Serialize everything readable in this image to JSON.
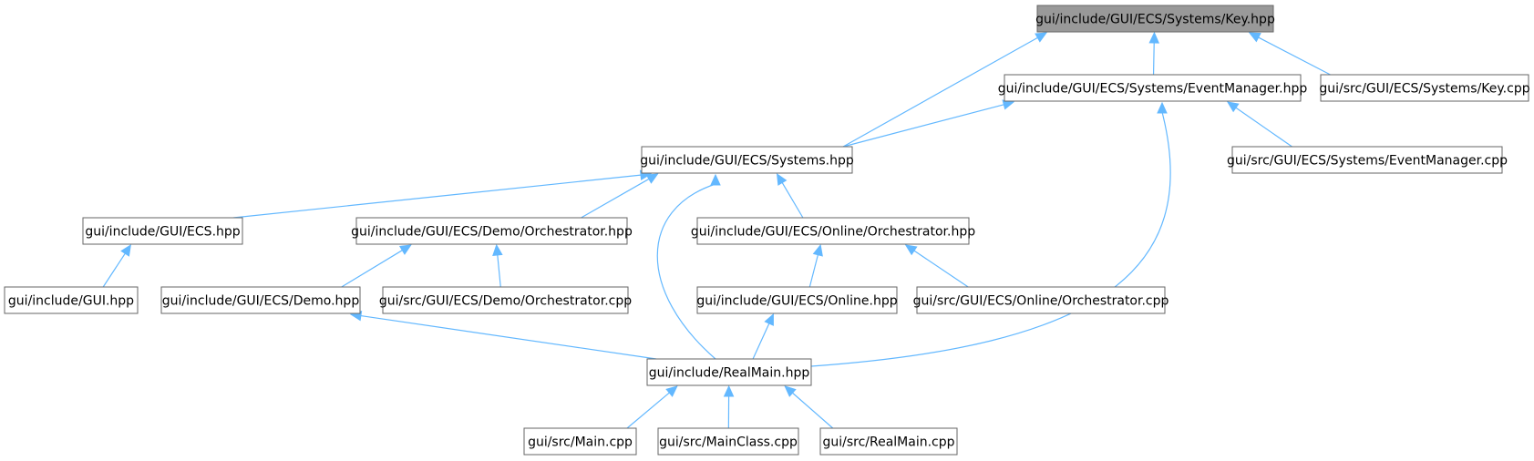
{
  "graph": {
    "nodes": [
      {
        "id": "key_hpp",
        "label": "gui/include/GUI/ECS/Systems/Key.hpp",
        "focus": true
      },
      {
        "id": "eventmanager_hpp",
        "label": "gui/include/GUI/ECS/Systems/EventManager.hpp"
      },
      {
        "id": "key_cpp",
        "label": "gui/src/GUI/ECS/Systems/Key.cpp"
      },
      {
        "id": "systems_hpp",
        "label": "gui/include/GUI/ECS/Systems.hpp"
      },
      {
        "id": "eventmanager_cpp",
        "label": "gui/src/GUI/ECS/Systems/EventManager.cpp"
      },
      {
        "id": "ecs_hpp",
        "label": "gui/include/GUI/ECS.hpp"
      },
      {
        "id": "demo_orch_hpp",
        "label": "gui/include/GUI/ECS/Demo/Orchestrator.hpp"
      },
      {
        "id": "online_orch_hpp",
        "label": "gui/include/GUI/ECS/Online/Orchestrator.hpp"
      },
      {
        "id": "gui_hpp",
        "label": "gui/include/GUI.hpp"
      },
      {
        "id": "demo_hpp",
        "label": "gui/include/GUI/ECS/Demo.hpp"
      },
      {
        "id": "demo_orch_cpp",
        "label": "gui/src/GUI/ECS/Demo/Orchestrator.cpp"
      },
      {
        "id": "online_hpp",
        "label": "gui/include/GUI/ECS/Online.hpp"
      },
      {
        "id": "online_orch_cpp",
        "label": "gui/src/GUI/ECS/Online/Orchestrator.cpp"
      },
      {
        "id": "realmain_hpp",
        "label": "gui/include/RealMain.hpp"
      },
      {
        "id": "main_cpp",
        "label": "gui/src/Main.cpp"
      },
      {
        "id": "mainclass_cpp",
        "label": "gui/src/MainClass.cpp"
      },
      {
        "id": "realmain_cpp",
        "label": "gui/src/RealMain.cpp"
      }
    ],
    "edges": [
      {
        "from": "eventmanager_hpp",
        "to": "key_hpp"
      },
      {
        "from": "key_cpp",
        "to": "key_hpp"
      },
      {
        "from": "systems_hpp",
        "to": "key_hpp"
      },
      {
        "from": "systems_hpp",
        "to": "eventmanager_hpp"
      },
      {
        "from": "eventmanager_cpp",
        "to": "eventmanager_hpp"
      },
      {
        "from": "realmain_hpp",
        "to": "eventmanager_hpp"
      },
      {
        "from": "ecs_hpp",
        "to": "systems_hpp"
      },
      {
        "from": "demo_orch_hpp",
        "to": "systems_hpp"
      },
      {
        "from": "online_orch_hpp",
        "to": "systems_hpp"
      },
      {
        "from": "realmain_hpp",
        "to": "systems_hpp"
      },
      {
        "from": "gui_hpp",
        "to": "ecs_hpp"
      },
      {
        "from": "demo_hpp",
        "to": "demo_orch_hpp"
      },
      {
        "from": "demo_orch_cpp",
        "to": "demo_orch_hpp"
      },
      {
        "from": "online_hpp",
        "to": "online_orch_hpp"
      },
      {
        "from": "online_orch_cpp",
        "to": "online_orch_hpp"
      },
      {
        "from": "realmain_hpp",
        "to": "demo_hpp"
      },
      {
        "from": "realmain_hpp",
        "to": "online_hpp"
      },
      {
        "from": "main_cpp",
        "to": "realmain_hpp"
      },
      {
        "from": "mainclass_cpp",
        "to": "realmain_hpp"
      },
      {
        "from": "realmain_cpp",
        "to": "realmain_hpp"
      }
    ]
  }
}
